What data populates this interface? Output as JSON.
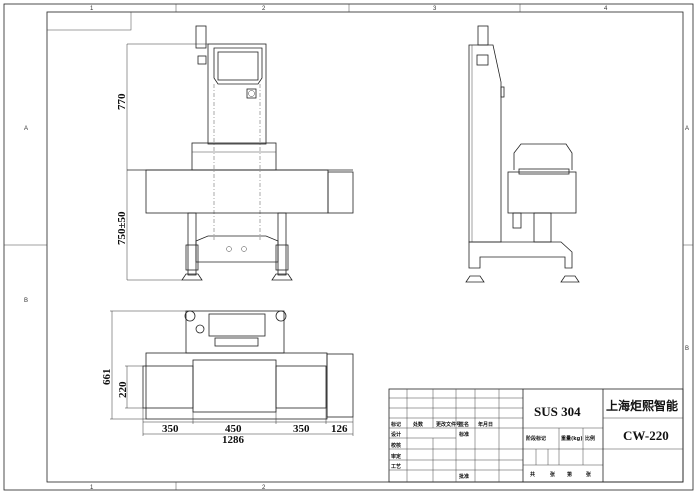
{
  "frame": {
    "columns": [
      "1",
      "2",
      "3",
      "4"
    ],
    "rows": [
      "A",
      "B"
    ]
  },
  "dimensions": {
    "upper_height": "770",
    "table_height": "750±50",
    "overall_depth": "661",
    "belt_width": "220",
    "seg1": "350",
    "seg2": "450",
    "seg3": "350",
    "seg4": "126",
    "overall_length": "1286"
  },
  "title_block": {
    "material": "SUS 304",
    "company": "上海炬熙智能",
    "model": "CW-220",
    "headers": [
      "标记",
      "处数",
      "更改文件号",
      "签名",
      "年月日"
    ],
    "rows": [
      "设计",
      "校核",
      "审定",
      "工艺"
    ],
    "standardize": "标准",
    "approve": "批准",
    "stage_mark": "阶段标记",
    "weight": "重量(kg)",
    "scale": "比例",
    "sheet_total": "共",
    "sheet_unit1": "张",
    "sheet_of": "第",
    "sheet_unit2": "张"
  }
}
